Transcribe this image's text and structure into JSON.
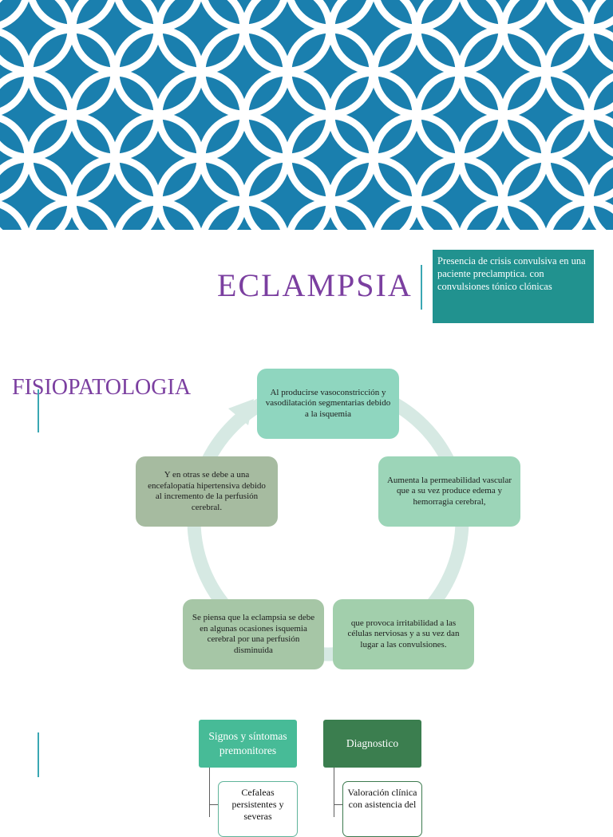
{
  "title": "ECLAMPSIA",
  "definition": "Presencia de crisis convulsiva en una paciente preclamptica. con convulsiones tónico clónicas",
  "section_title": "FISIOPATOLOGIA",
  "cycle": {
    "top": "Al producirse vasoconstricción y vasodilatación segmentarias debido a la isquemia",
    "right": "Aumenta la permeabilidad vascular que a su vez produce edema y hemorragia cerebral,",
    "bottom_right": "que provoca irritabilidad a las células nerviosas y a su vez dan lugar a las convulsiones.",
    "bottom_left": "Se piensa que la eclampsia se debe en algunas ocasiones isquemia cerebral por una perfusión  disminuida",
    "left": "Y en otras se debe a una encefalopatía hipertensiva debido al incremento de la perfusión cerebral."
  },
  "signs": {
    "header": "Signos y síntomas premonitores",
    "item": "Cefaleas persistentes y severas"
  },
  "diagnosis": {
    "header": "Diagnostico",
    "item": "Valoración clínica con asistencia del"
  },
  "colors": {
    "banner": "#1a7fae",
    "accent_purple": "#7b3fa0",
    "definition_box": "#21928f"
  }
}
